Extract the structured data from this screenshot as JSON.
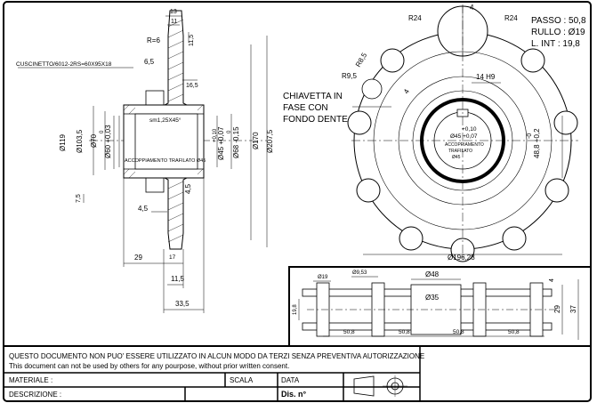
{
  "chain_params": {
    "pitch": "PASSO : 50,8",
    "roller": "RULLO : Ø19",
    "inner_width": "L. INT : 19,8"
  },
  "section_view": {
    "bearing_note": "CUSCINETTO/6012-2RS=60X95X18",
    "chamfer": "sm1,25X45°",
    "fit_note": "ACCOPPIAMENTO TRAFILATO Ø45",
    "dims": {
      "d_top_13": "13",
      "d_top_11": "11",
      "d_r6": "R=6",
      "d_11_5": "11,5",
      "d_6_5": "6,5",
      "d_16_5": "16,5",
      "d_119": "Ø119",
      "d_103_5": "Ø103,5",
      "d_70": "Ø70",
      "d_60": "Ø60 +0,03",
      "d_60_tol": "0",
      "d_45": "Ø45 +0,07",
      "d_45_tol": "+0,10",
      "d_68": "Ø68 -0,15",
      "d_68_tol": "0",
      "d_170": "Ø170",
      "d_207_5": "Ø207,5",
      "d_7_5": "7,5",
      "d_4_5a": "4,5",
      "d_4_5b": "4,5",
      "d_29": "29",
      "d_17": "17",
      "d_11_5b": "11,5",
      "d_33_5": "33,5"
    }
  },
  "front_view": {
    "key_note": [
      "CHIAVETTA IN",
      "FASE CON",
      "FONDO DENTE"
    ],
    "dims": {
      "d_r24a": "R24",
      "d_r24b": "R24",
      "d_4": "4",
      "d_r9_5": "R9,5",
      "d_r8_5": "R8,5",
      "d_14h9": "14 H9",
      "d_4b": "4",
      "d_48_8": "48,8 +0,2",
      "d_48_8_tol": "-0",
      "d_45": "Ø45 +0,07",
      "d_45_tol": "+0,10",
      "fit_note": [
        "ACCOPPIAMENTO",
        "TRAFILATO",
        "Ø45"
      ],
      "d_196_28": "Ø196,28"
    }
  },
  "chain_view": {
    "dims": {
      "d_19": "Ø19",
      "d_9_53": "Ø9,53",
      "d_48": "Ø48",
      "d_35": "Ø35",
      "d_19_8": "19,8",
      "d_4": "4",
      "d_29": "29",
      "d_37": "37",
      "pitch_labels": [
        "50,8",
        "50,8",
        "50,8",
        "50,8"
      ]
    }
  },
  "title_block": {
    "notice_it": "QUESTO DOCUMENTO NON PUO' ESSERE UTILIZZATO IN ALCUN MODO DA TERZI SENZA PREVENTIVA AUTORIZZAZIONE",
    "notice_en": "This document can not be used by others for any pourpose, without prior written consent.",
    "material_label": "MATERIALE :",
    "scale_label": "SCALA",
    "date_label": "DATA",
    "description_label": "DESCRIZIONE :",
    "drawing_no_label": "Dis. n°"
  }
}
